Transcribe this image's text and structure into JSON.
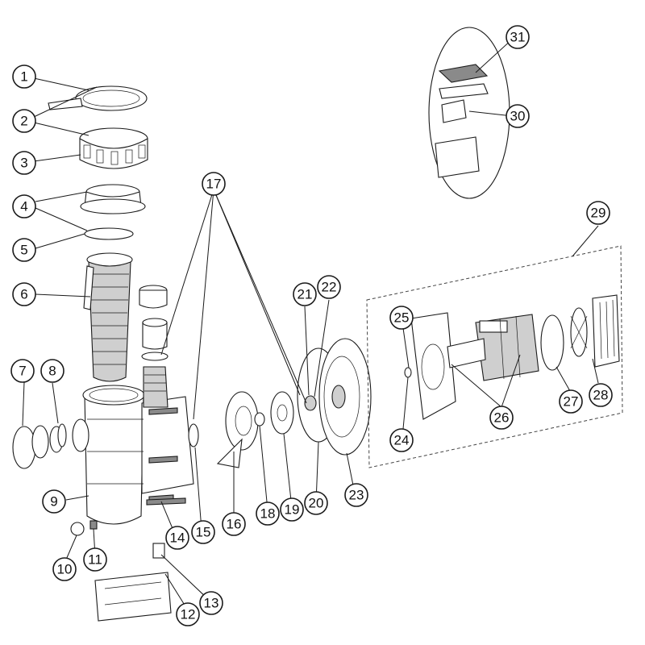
{
  "diagram": {
    "callouts": [
      {
        "label": "1"
      },
      {
        "label": "2"
      },
      {
        "label": "3"
      },
      {
        "label": "4"
      },
      {
        "label": "5"
      },
      {
        "label": "6"
      },
      {
        "label": "7"
      },
      {
        "label": "8"
      },
      {
        "label": "9"
      },
      {
        "label": "10"
      },
      {
        "label": "11"
      },
      {
        "label": "12"
      },
      {
        "label": "13"
      },
      {
        "label": "14"
      },
      {
        "label": "15"
      },
      {
        "label": "16"
      },
      {
        "label": "17"
      },
      {
        "label": "18"
      },
      {
        "label": "19"
      },
      {
        "label": "20"
      },
      {
        "label": "21"
      },
      {
        "label": "22"
      },
      {
        "label": "23"
      },
      {
        "label": "24"
      },
      {
        "label": "25"
      },
      {
        "label": "26"
      },
      {
        "label": "27"
      },
      {
        "label": "28"
      },
      {
        "label": "29"
      },
      {
        "label": "30"
      },
      {
        "label": "31"
      }
    ]
  }
}
